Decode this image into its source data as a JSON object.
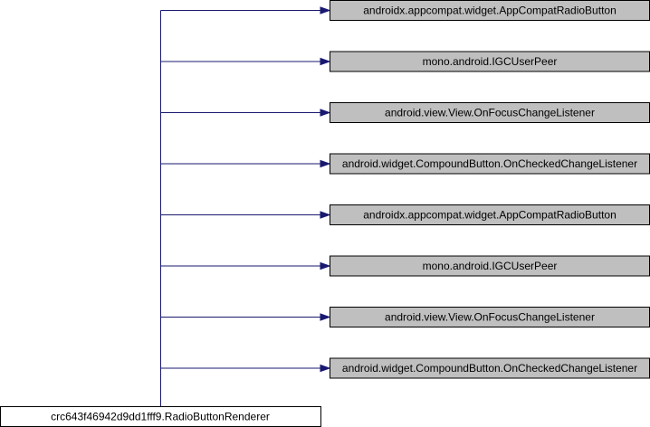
{
  "diagram": {
    "child": {
      "label": "crc643f46942d9dd1fff9.RadioButtonRenderer"
    },
    "parents": [
      {
        "label": "androidx.appcompat.widget.AppCompatRadioButton"
      },
      {
        "label": "mono.android.IGCUserPeer"
      },
      {
        "label": "android.view.View.OnFocusChangeListener"
      },
      {
        "label": "android.widget.CompoundButton.OnCheckedChangeListener"
      },
      {
        "label": "androidx.appcompat.widget.AppCompatRadioButton"
      },
      {
        "label": "mono.android.IGCUserPeer"
      },
      {
        "label": "android.view.View.OnFocusChangeListener"
      },
      {
        "label": "android.widget.CompoundButton.OnCheckedChangeListener"
      }
    ],
    "colors": {
      "edge": "#191970",
      "parent_fill": "#bfbfbf",
      "child_fill": "#ffffff",
      "border": "#000000"
    }
  }
}
